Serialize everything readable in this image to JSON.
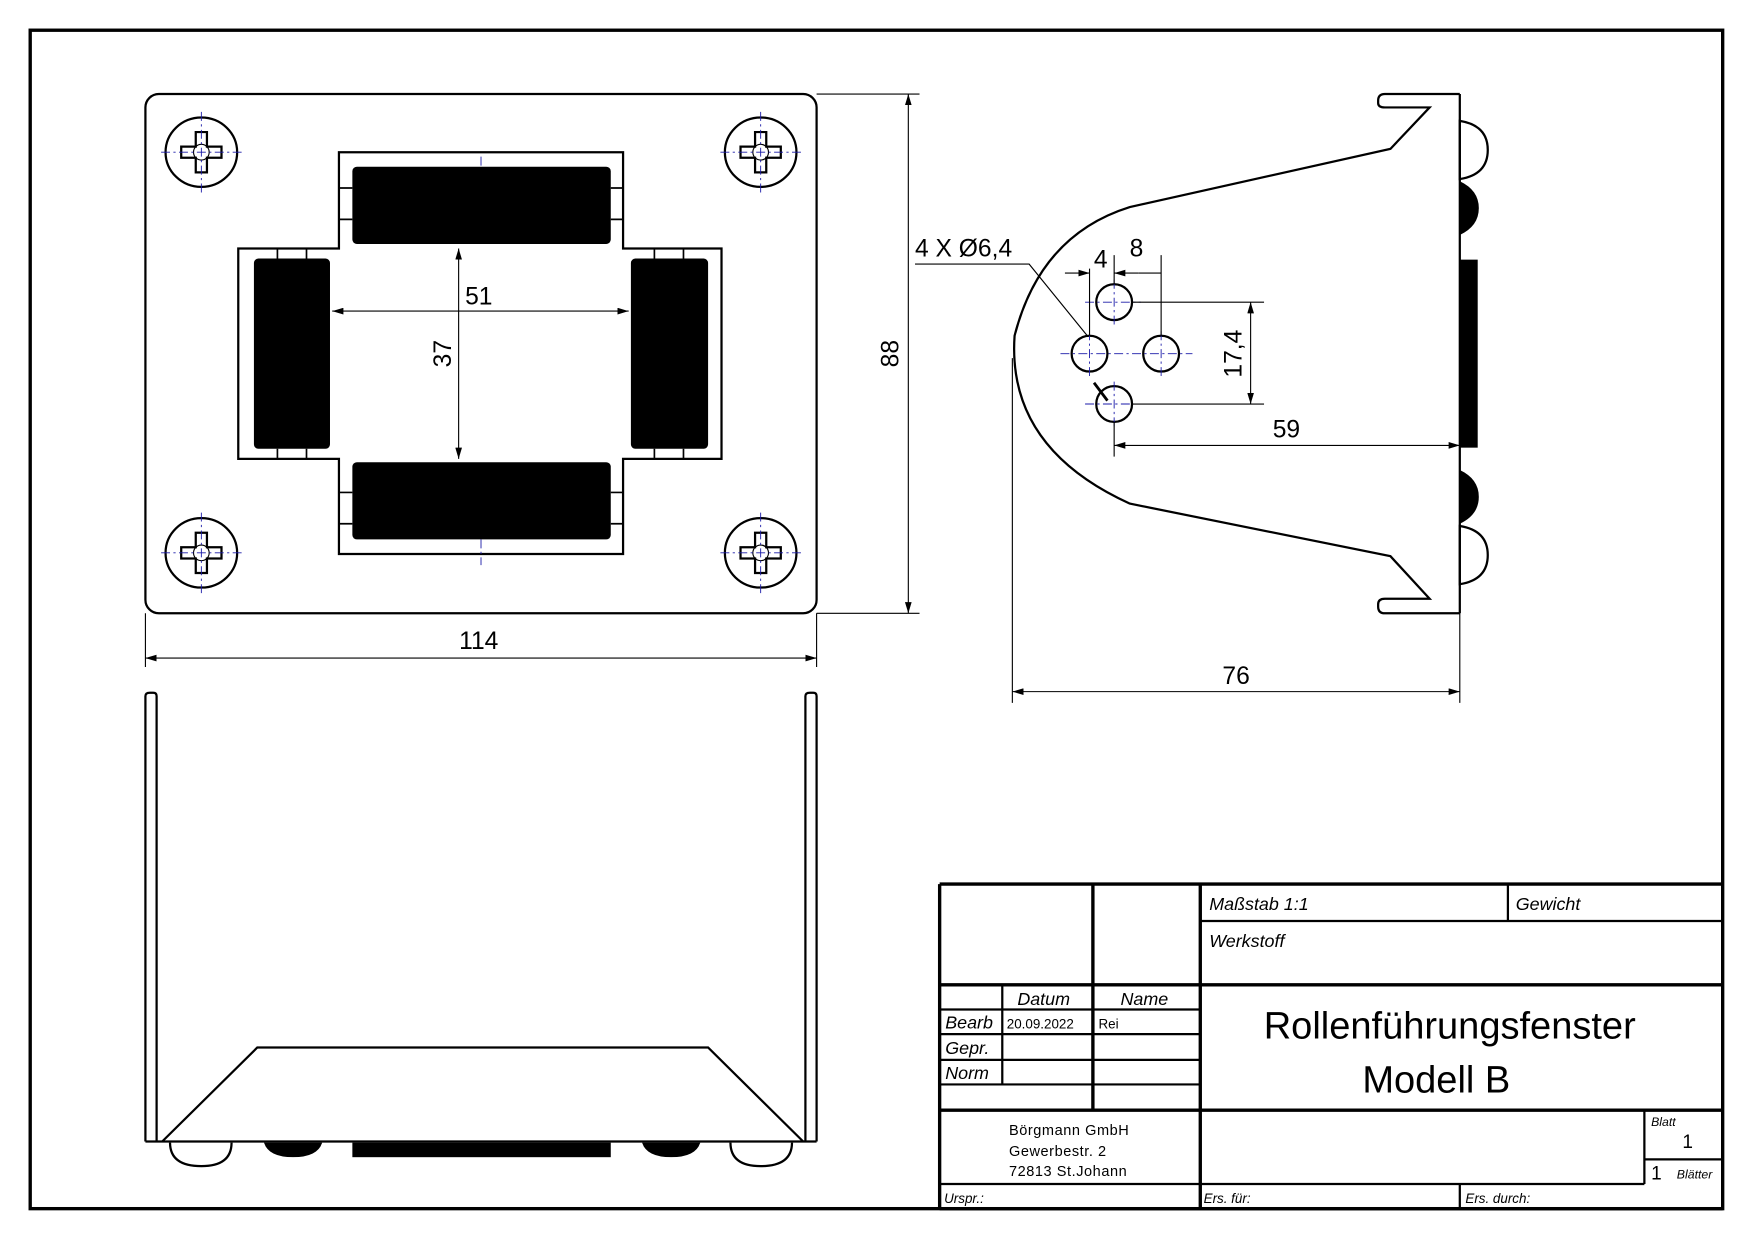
{
  "drawing": {
    "dimensions": {
      "d51": "51",
      "d37": "37",
      "d88": "88",
      "d114": "114",
      "d76": "76",
      "d59": "59",
      "d17_4": "17,4",
      "d4": "4",
      "d8": "8",
      "holes": "4 X  Ø6,4"
    }
  },
  "title_block": {
    "scale": "Maßstab 1:1",
    "weight": "Gewicht",
    "material": "Werkstoff",
    "date_header": "Datum",
    "name_header": "Name",
    "rows": [
      {
        "label": "Bearb",
        "date": "20.09.2022",
        "name": "Rei"
      },
      {
        "label": "Gepr.",
        "date": "",
        "name": ""
      },
      {
        "label": "Norm",
        "date": "",
        "name": ""
      }
    ],
    "title_line1": "Rollenführungsfenster",
    "title_line2": "Modell B",
    "company": [
      "Börgmann GmbH",
      "Gewerbestr. 2",
      "72813 St.Johann"
    ],
    "sheet_label": "Blatt",
    "sheet_number": "1",
    "sheets_total": "1",
    "sheets_label": "Blätter",
    "origin": "Urspr.:",
    "replaces": "Ers. für:",
    "replaced_by": "Ers. durch:"
  }
}
